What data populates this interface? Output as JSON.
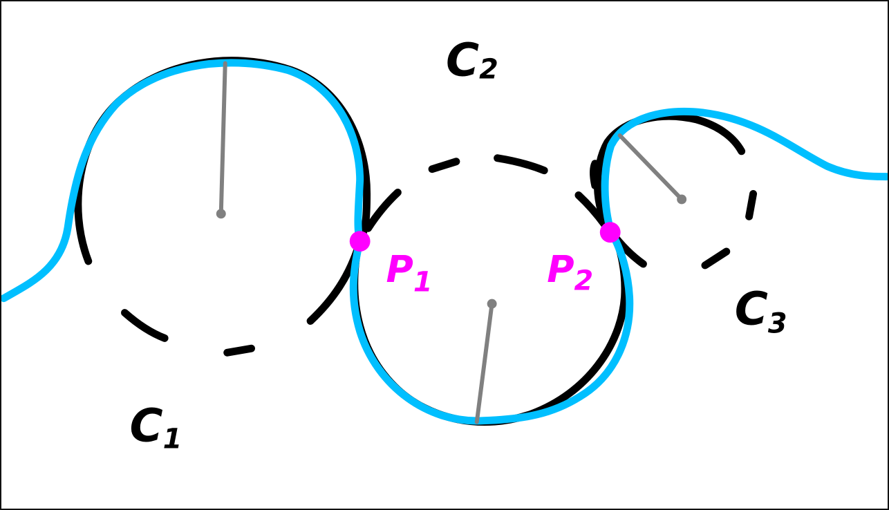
{
  "colors": {
    "circle_stroke": "#000000",
    "path_stroke": "#00bfff",
    "radius_stroke": "#808080",
    "tangent_point": "#ff00ff",
    "point_label": "#ff00ff",
    "curve_label": "#000000",
    "background": "#ffffff"
  },
  "labels": {
    "c1": {
      "letter": "C",
      "sub": "1"
    },
    "c2": {
      "letter": "C",
      "sub": "2"
    },
    "c3": {
      "letter": "C",
      "sub": "3"
    },
    "p1": {
      "letter": "P",
      "sub": "1"
    },
    "p2": {
      "letter": "P",
      "sub": "2"
    }
  }
}
